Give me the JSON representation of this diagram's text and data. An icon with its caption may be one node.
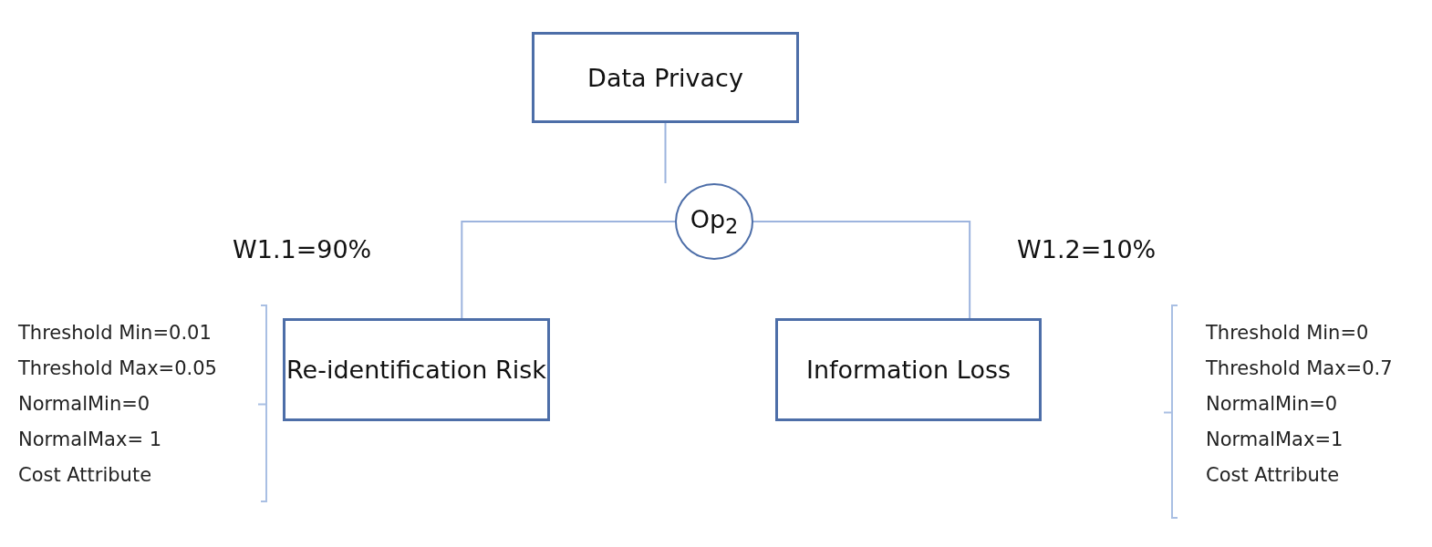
{
  "diagram": {
    "nodes": [
      {
        "text": [
          "Data Privacy"
        ]
      },
      {
        "text": [
          "Op$_{2}$"
        ]
      },
      {
        "text": [
          "Re-identification Risk"
        ],
        "beside": [
          "Threshold Min=0.01",
          "Threshold Max=0.05",
          "NormalMin=0",
          "NormalMax= 1",
          "Cost Attribute"
        ]
      },
      {
        "text": [
          "Information Loss"
        ],
        "beside": [
          "Threshold Min=0",
          "Threshold Max=0.7",
          "NormalMin=0",
          "NormalMax=1",
          "Cost Attribute"
        ]
      }
    ],
    "edges": [
      {
        "from": 0,
        "to": 1,
        "arrow": "none"
      },
      {
        "from": 1,
        "to": 2,
        "arrow": "none"
      },
      {
        "from": 1,
        "to": 3,
        "arrow": "none"
      }
    ],
    "labels": [
      "W1.1=90%",
      "W1.2=10%"
    ]
  }
}
